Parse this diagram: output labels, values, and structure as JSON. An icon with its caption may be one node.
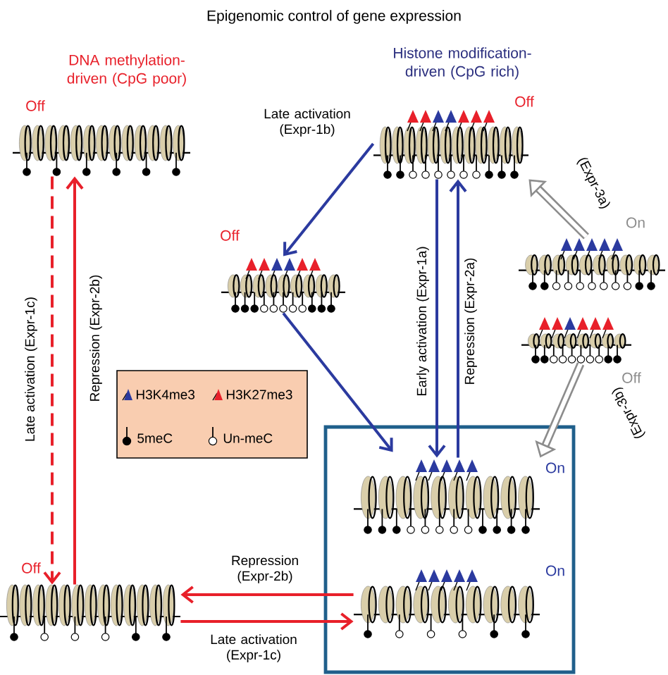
{
  "diagram": {
    "title": "Epigenomic control of gene expression",
    "nodes": [
      {
        "text": [],
        "shape": "picture",
        "beside": [
          "Off"
        ]
      },
      {
        "text": [],
        "shape": "picture",
        "beside": [
          "Off"
        ]
      },
      {
        "text": [],
        "shape": "picture",
        "beside": [
          "Off"
        ]
      },
      {
        "text": [],
        "shape": "picture",
        "beside": [
          "On"
        ]
      },
      {
        "text": [],
        "shape": "picture",
        "beside": [
          "Off"
        ]
      },
      {
        "text": [],
        "shape": "box"
      },
      {
        "text": [],
        "shape": "picture",
        "beside": [
          "On"
        ],
        "in": 5
      },
      {
        "text": [],
        "shape": "picture",
        "beside": [
          "On"
        ],
        "in": 5
      },
      {
        "text": [],
        "shape": "picture",
        "beside": [
          "Off"
        ]
      }
    ],
    "edges": [
      {
        "from": 1,
        "to": 2,
        "arrow": "to",
        "label": "Late activation (Expr-1b)",
        "color": "#2b3a9f"
      },
      {
        "from": 2,
        "to": 6,
        "arrow": "to",
        "color": "#2b3a9f"
      },
      {
        "from": 1,
        "to": 6,
        "arrow": "to",
        "label": "Early activation (Expr-1a)",
        "color": "#2b3a9f"
      },
      {
        "from": 6,
        "to": 1,
        "arrow": "to",
        "label": "Repression (Expr-2a)",
        "color": "#2b3a9f"
      },
      {
        "from": 3,
        "to": 1,
        "arrow": "to",
        "label": "(Expr-3a)",
        "style": "thick",
        "color": "#8c8c8c"
      },
      {
        "from": 4,
        "to": 6,
        "arrow": "to",
        "label": "(Expr-3b)",
        "style": "thick",
        "color": "#8c8c8c"
      },
      {
        "from": 0,
        "to": 8,
        "arrow": "to",
        "label": "Late activation (Expr-1c)",
        "style": "dashed",
        "color": "#e8202a"
      },
      {
        "from": 8,
        "to": 0,
        "arrow": "to",
        "label": "Repression (Expr-2b)",
        "color": "#e8202a"
      },
      {
        "from": 7,
        "to": 8,
        "arrow": "to",
        "label": "Repression (Expr-2b)",
        "color": "#e8202a"
      },
      {
        "from": 8,
        "to": 7,
        "arrow": "to",
        "label": "Late activation (Expr-1c)",
        "color": "#e8202a"
      }
    ],
    "labels": [
      "DNA methylation-driven (CpG poor)",
      "Histone modification-driven (CpG rich)"
    ],
    "legend": [
      {
        "text": "H3K4me3"
      },
      {
        "text": "H3K27me3"
      },
      {
        "text": "5meC"
      },
      {
        "text": "Un-meC"
      }
    ]
  }
}
